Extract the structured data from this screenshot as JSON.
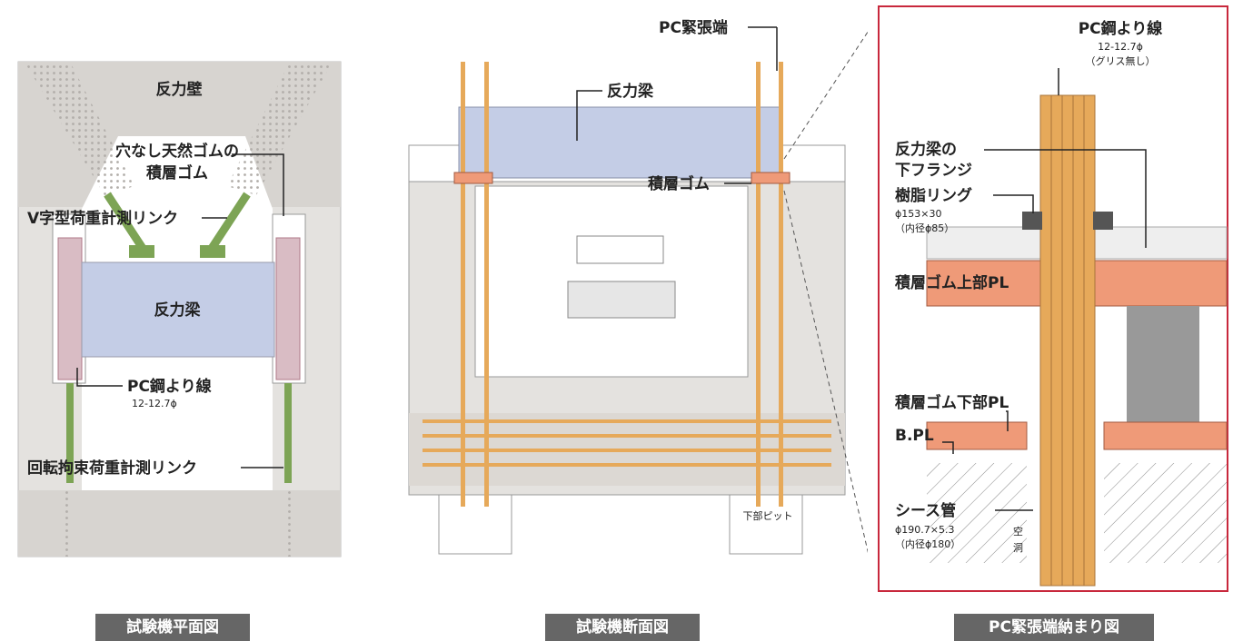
{
  "plan": {
    "reaction_wall": "反力壁",
    "rubber_line1": "穴なし天然ゴムの",
    "rubber_line2": "積層ゴム",
    "v_link": "V字型荷重計測リンク",
    "beam": "反力梁",
    "strand": "PC鋼より線",
    "strand_spec": "12-12.7ϕ",
    "rot_link": "回転拘束荷重計測リンク"
  },
  "section": {
    "pc_end": "PC緊張端",
    "beam": "反力梁",
    "laminated_rubber": "積層ゴム",
    "pit": "下部ピット"
  },
  "detail": {
    "strand": "PC鋼より線",
    "strand_spec": "12-12.7ϕ",
    "no_grease": "（グリス無し）",
    "flange_line1": "反力梁の",
    "flange_line2": "下フランジ",
    "resin_ring": "樹脂リング",
    "ring_spec": "ϕ153×30",
    "ring_inner": "（内径ϕ85）",
    "upper_pl": "積層ゴム上部PL",
    "lower_pl": "積層ゴム下部PL",
    "bpl": "B.PL",
    "sheath": "シース管",
    "sheath_spec": "ϕ190.7×5.3",
    "sheath_inner": "（内径ϕ180）",
    "void1": "空",
    "void2": "洞"
  },
  "captions": {
    "plan": "試験機平面図",
    "section": "試験機断面図",
    "detail": "PC緊張端納まり図"
  },
  "colors": {
    "concrete": "#e4e2df",
    "beam": "#c4cde6",
    "strand": "#e6a95a",
    "rubber_plate": "#ef9a78",
    "link": "#7da455",
    "detail_frame": "#c8283c",
    "caption_bg": "#666666"
  }
}
